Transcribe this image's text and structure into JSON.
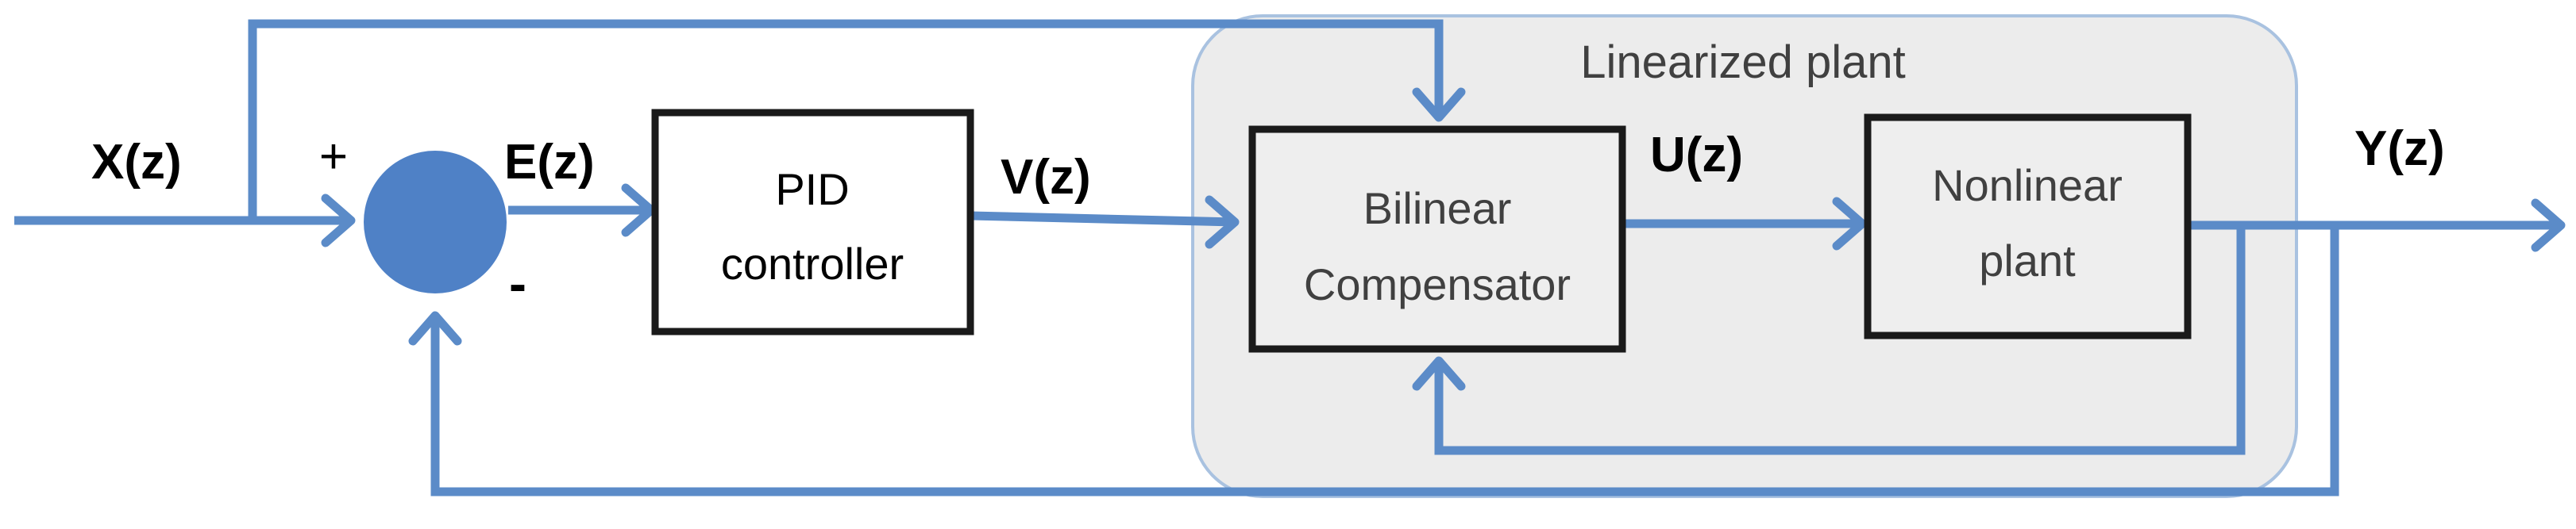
{
  "colors": {
    "signal_line": "#5b8bc8",
    "summing_junction": "#4f81c6",
    "group_fill": "#ececec",
    "group_stroke": "#a9c2e0",
    "block_fill_plain": "#ffffff",
    "block_fill_grey": "#eeeeee",
    "block_stroke": "#1a1a1a"
  },
  "signals": {
    "input": "X(z)",
    "error": "E(z)",
    "controller_output": "V(z)",
    "compensator_output": "U(z)",
    "output": "Y(z)"
  },
  "junction": {
    "plus_sign": "+",
    "minus_sign": "-"
  },
  "blocks": {
    "pid": {
      "line1": "PID",
      "line2": "controller"
    },
    "compensator": {
      "line1": "Bilinear",
      "line2": "Compensator"
    },
    "nonlinear_plant": {
      "line1": "Nonlinear",
      "line2": "plant"
    }
  },
  "group": {
    "title": "Linearized plant"
  }
}
